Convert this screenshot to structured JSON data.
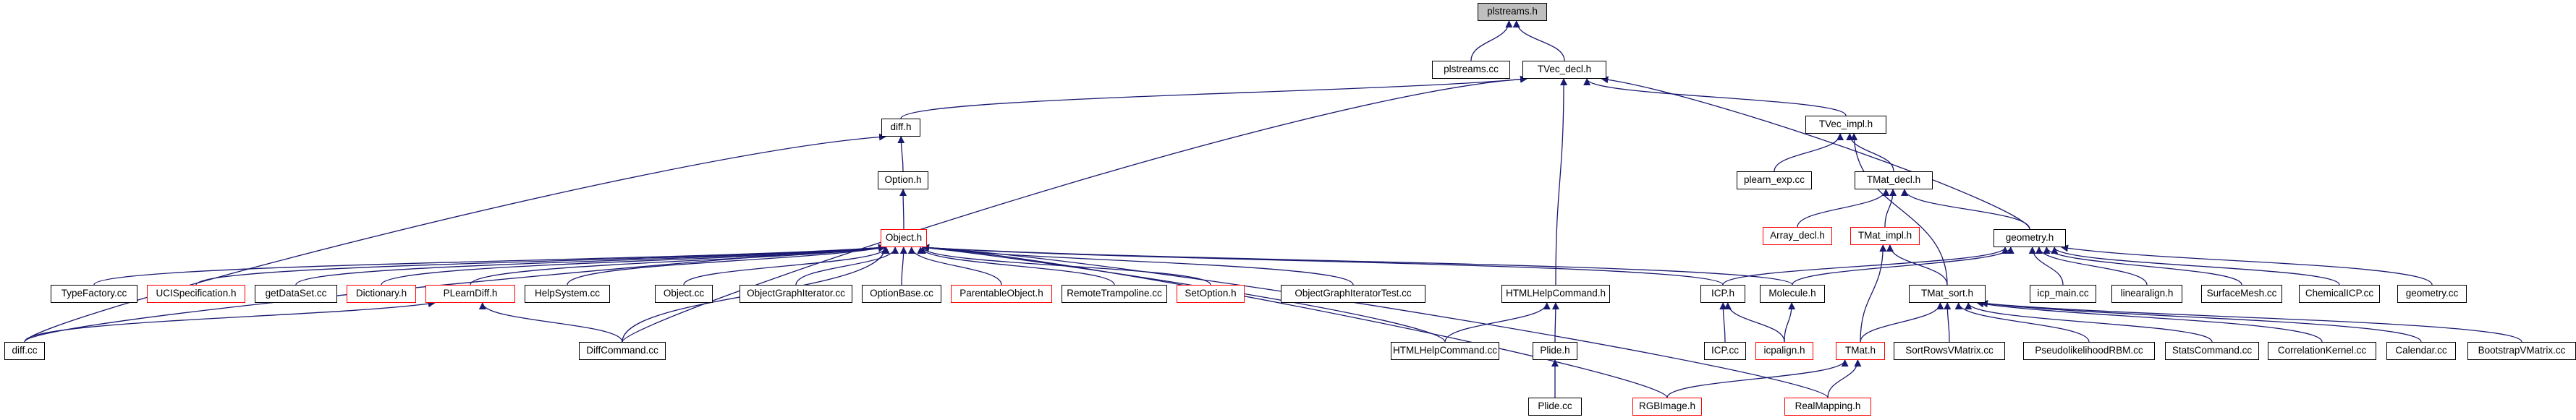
{
  "diagram": {
    "nodes": [
      {
        "id": "plstreams_h",
        "label": "plstreams.h",
        "root": true
      },
      {
        "id": "plstreams_cc",
        "label": "plstreams.cc"
      },
      {
        "id": "tvec_decl_h",
        "label": "TVec_decl.h"
      },
      {
        "id": "diff_h",
        "label": "diff.h"
      },
      {
        "id": "tvec_impl_h",
        "label": "TVec_impl.h"
      },
      {
        "id": "option_h",
        "label": "Option.h"
      },
      {
        "id": "plearn_exp_cc",
        "label": "plearn_exp.cc"
      },
      {
        "id": "tmat_decl_h",
        "label": "TMat_decl.h"
      },
      {
        "id": "array_decl_h",
        "label": "Array_decl.h",
        "red": true
      },
      {
        "id": "tmat_impl_h",
        "label": "TMat_impl.h",
        "red": true
      },
      {
        "id": "object_h",
        "label": "Object.h",
        "red": true
      },
      {
        "id": "geometry_h",
        "label": "geometry.h"
      },
      {
        "id": "typefactory_cc",
        "label": "TypeFactory.cc"
      },
      {
        "id": "ucispec_h",
        "label": "UCISpecification.h",
        "red": true
      },
      {
        "id": "getdataset_cc",
        "label": "getDataSet.cc"
      },
      {
        "id": "dictionary_h",
        "label": "Dictionary.h",
        "red": true
      },
      {
        "id": "plearndiff_h",
        "label": "PLearnDiff.h",
        "red": true
      },
      {
        "id": "helpsystem_cc",
        "label": "HelpSystem.cc"
      },
      {
        "id": "object_cc",
        "label": "Object.cc"
      },
      {
        "id": "objectgraphiterator_cc",
        "label": "ObjectGraphIterator.cc"
      },
      {
        "id": "optionbase_cc",
        "label": "OptionBase.cc"
      },
      {
        "id": "parentableobject_h",
        "label": "ParentableObject.h",
        "red": true
      },
      {
        "id": "remotetrampoline_cc",
        "label": "RemoteTrampoline.cc"
      },
      {
        "id": "setoption_h",
        "label": "SetOption.h",
        "red": true
      },
      {
        "id": "ogitest_cc",
        "label": "ObjectGraphIteratorTest.cc"
      },
      {
        "id": "htmlhelpcommand_h",
        "label": "HTMLHelpCommand.h"
      },
      {
        "id": "icp_h",
        "label": "ICP.h"
      },
      {
        "id": "molecule_h",
        "label": "Molecule.h"
      },
      {
        "id": "tmat_sort_h",
        "label": "TMat_sort.h"
      },
      {
        "id": "icp_main_cc",
        "label": "icp_main.cc"
      },
      {
        "id": "linearalign_h",
        "label": "linearalign.h"
      },
      {
        "id": "surfacemesh_cc",
        "label": "SurfaceMesh.cc"
      },
      {
        "id": "chemicalicp_cc",
        "label": "ChemicalICP.cc"
      },
      {
        "id": "geometry_cc",
        "label": "geometry.cc"
      },
      {
        "id": "diff_cc",
        "label": "diff.cc"
      },
      {
        "id": "diffcommand_cc",
        "label": "DiffCommand.cc"
      },
      {
        "id": "htmlhelpcommand_cc",
        "label": "HTMLHelpCommand.cc"
      },
      {
        "id": "plide_h",
        "label": "Plide.h"
      },
      {
        "id": "icp_cc",
        "label": "ICP.cc"
      },
      {
        "id": "icpalign_h",
        "label": "icpalign.h",
        "red": true
      },
      {
        "id": "tmat_h",
        "label": "TMat.h",
        "red": true
      },
      {
        "id": "sortrowsvmatrix_cc",
        "label": "SortRowsVMatrix.cc"
      },
      {
        "id": "pseudollrbm_cc",
        "label": "PseudolikelihoodRBM.cc"
      },
      {
        "id": "statscommand_cc",
        "label": "StatsCommand.cc"
      },
      {
        "id": "correlationkernel_cc",
        "label": "CorrelationKernel.cc"
      },
      {
        "id": "calendar_cc",
        "label": "Calendar.cc"
      },
      {
        "id": "bootstrapvmatrix_cc",
        "label": "BootstrapVMatrix.cc"
      },
      {
        "id": "plide_cc",
        "label": "Plide.cc"
      },
      {
        "id": "rgbimage_h",
        "label": "RGBImage.h",
        "red": true
      },
      {
        "id": "realmapping_h",
        "label": "RealMapping.h",
        "red": true
      }
    ],
    "edges": [
      [
        "plstreams_cc",
        "plstreams_h"
      ],
      [
        "tvec_decl_h",
        "plstreams_h"
      ],
      [
        "diff_h",
        "tvec_decl_h"
      ],
      [
        "tvec_impl_h",
        "tvec_decl_h"
      ],
      [
        "geometry_h",
        "tvec_decl_h"
      ],
      [
        "htmlhelpcommand_h",
        "tvec_decl_h"
      ],
      [
        "diffcommand_cc",
        "tvec_decl_h"
      ],
      [
        "option_h",
        "diff_h"
      ],
      [
        "diff_cc",
        "diff_h"
      ],
      [
        "object_h",
        "option_h"
      ],
      [
        "plearn_exp_cc",
        "tvec_impl_h"
      ],
      [
        "tmat_decl_h",
        "tvec_impl_h"
      ],
      [
        "tmat_sort_h",
        "tvec_impl_h"
      ],
      [
        "array_decl_h",
        "tmat_decl_h"
      ],
      [
        "tmat_impl_h",
        "tmat_decl_h"
      ],
      [
        "geometry_h",
        "tmat_decl_h"
      ],
      [
        "tmat_sort_h",
        "tmat_impl_h"
      ],
      [
        "tmat_h",
        "tmat_impl_h"
      ],
      [
        "typefactory_cc",
        "object_h"
      ],
      [
        "ucispec_h",
        "object_h"
      ],
      [
        "getdataset_cc",
        "object_h"
      ],
      [
        "dictionary_h",
        "object_h"
      ],
      [
        "plearndiff_h",
        "object_h"
      ],
      [
        "helpsystem_cc",
        "object_h"
      ],
      [
        "object_cc",
        "object_h"
      ],
      [
        "objectgraphiterator_cc",
        "object_h"
      ],
      [
        "optionbase_cc",
        "object_h"
      ],
      [
        "parentableobject_h",
        "object_h"
      ],
      [
        "remotetrampoline_cc",
        "object_h"
      ],
      [
        "setoption_h",
        "object_h"
      ],
      [
        "ogitest_cc",
        "object_h"
      ],
      [
        "htmlhelpcommand_cc",
        "object_h"
      ],
      [
        "icp_h",
        "object_h"
      ],
      [
        "molecule_h",
        "object_h"
      ],
      [
        "diff_cc",
        "object_h"
      ],
      [
        "diffcommand_cc",
        "object_h"
      ],
      [
        "rgbimage_h",
        "object_h"
      ],
      [
        "realmapping_h",
        "object_h"
      ],
      [
        "icp_h",
        "geometry_h"
      ],
      [
        "molecule_h",
        "geometry_h"
      ],
      [
        "icp_main_cc",
        "geometry_h"
      ],
      [
        "linearalign_h",
        "geometry_h"
      ],
      [
        "surfacemesh_cc",
        "geometry_h"
      ],
      [
        "chemicalicp_cc",
        "geometry_h"
      ],
      [
        "geometry_cc",
        "geometry_h"
      ],
      [
        "diff_cc",
        "plearndiff_h"
      ],
      [
        "diffcommand_cc",
        "plearndiff_h"
      ],
      [
        "htmlhelpcommand_cc",
        "htmlhelpcommand_h"
      ],
      [
        "plide_h",
        "htmlhelpcommand_h"
      ],
      [
        "icp_cc",
        "icp_h"
      ],
      [
        "icpalign_h",
        "icp_h"
      ],
      [
        "icpalign_h",
        "molecule_h"
      ],
      [
        "tmat_h",
        "tmat_sort_h"
      ],
      [
        "sortrowsvmatrix_cc",
        "tmat_sort_h"
      ],
      [
        "pseudollrbm_cc",
        "tmat_sort_h"
      ],
      [
        "statscommand_cc",
        "tmat_sort_h"
      ],
      [
        "correlationkernel_cc",
        "tmat_sort_h"
      ],
      [
        "calendar_cc",
        "tmat_sort_h"
      ],
      [
        "bootstrapvmatrix_cc",
        "tmat_sort_h"
      ],
      [
        "plide_cc",
        "plide_h"
      ],
      [
        "rgbimage_h",
        "tmat_h"
      ],
      [
        "realmapping_h",
        "tmat_h"
      ]
    ],
    "colors": {
      "edge": "#191970",
      "border": "#000000",
      "red_border": "#ff0000",
      "root_fill": "#bfbfbf"
    }
  }
}
